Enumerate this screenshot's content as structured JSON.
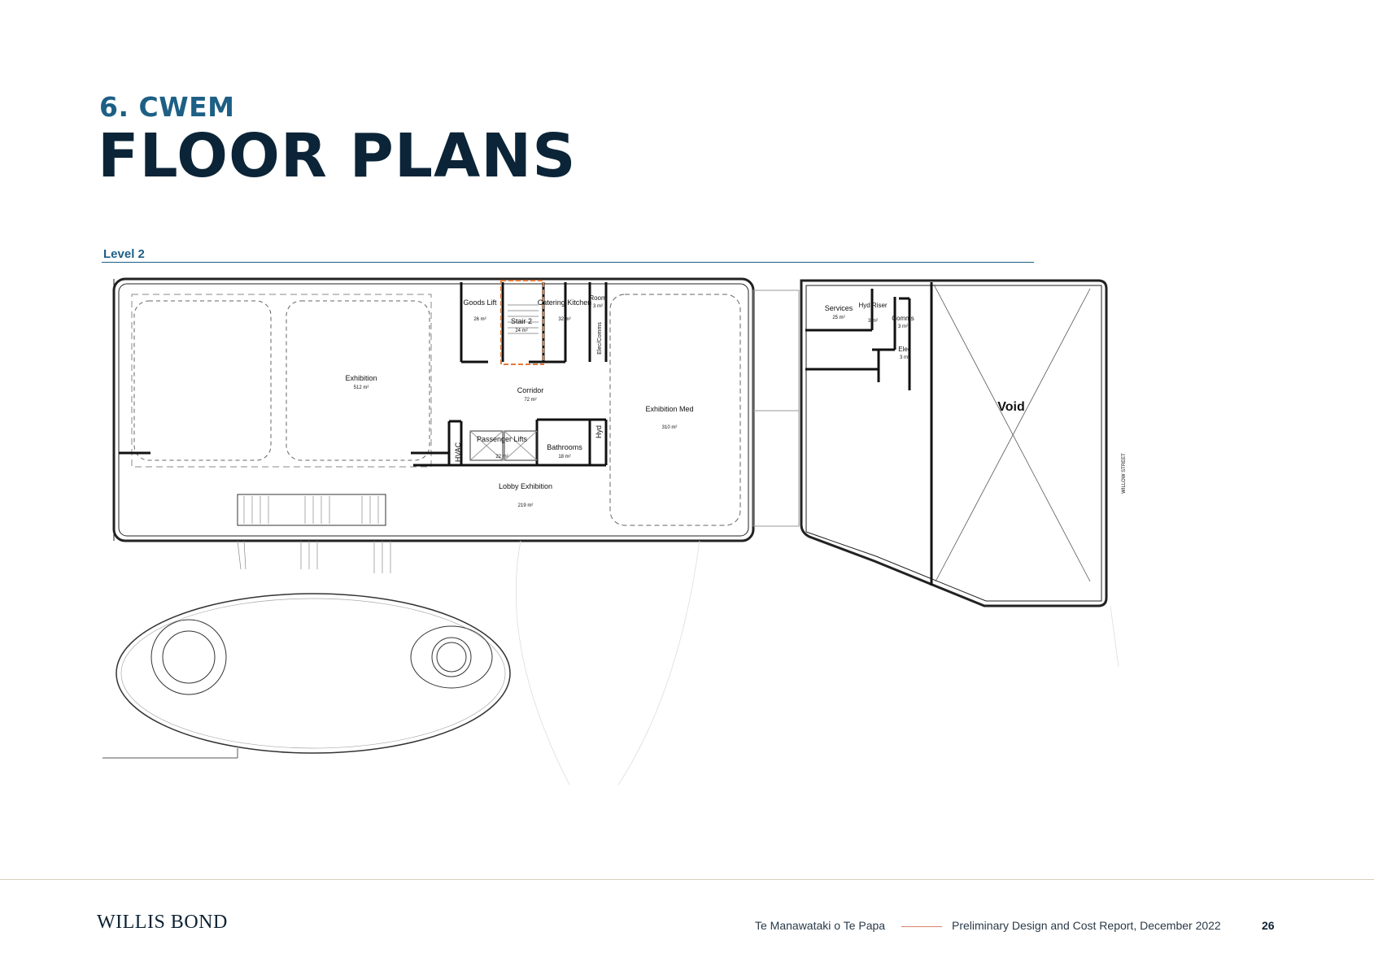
{
  "header": {
    "section": "6. CWEM",
    "title": "FLOOR PLANS",
    "level": "Level 2"
  },
  "plan": {
    "rooms": [
      {
        "name": "Exhibition",
        "area": "512 m²"
      },
      {
        "name": "Goods Lift",
        "area": "26 m²"
      },
      {
        "name": "Stair 2",
        "area": "24 m²"
      },
      {
        "name": "Catering Kitchen",
        "area": "32 m²"
      },
      {
        "name": "Room",
        "area": "3 m²"
      },
      {
        "name": "Corridor",
        "area": "72 m²"
      },
      {
        "name": "Exhibition Med",
        "area": "310 m²"
      },
      {
        "name": "Passenger Lifts",
        "area": "22 m²"
      },
      {
        "name": "Bathrooms",
        "area": "18 m²"
      },
      {
        "name": "HVAC"
      },
      {
        "name": "Hyd"
      },
      {
        "name": "Lobby Exhibition",
        "area": "219 m²"
      },
      {
        "name": "Services",
        "area": "25 m²"
      },
      {
        "name": "Hyd Riser",
        "area": "3 m²"
      },
      {
        "name": "Comms",
        "area": "3 m²"
      },
      {
        "name": "Elec",
        "area": "3 m²"
      },
      {
        "name": "Void"
      }
    ],
    "street_label": "WILLOW STREET",
    "elec_comms_label": "Elec/Comms"
  },
  "footer": {
    "logo": "WILLIS BOND",
    "project": "Te Manawataki o Te Papa",
    "report": "Preliminary Design and Cost Report,  December 2022",
    "page": "26"
  }
}
